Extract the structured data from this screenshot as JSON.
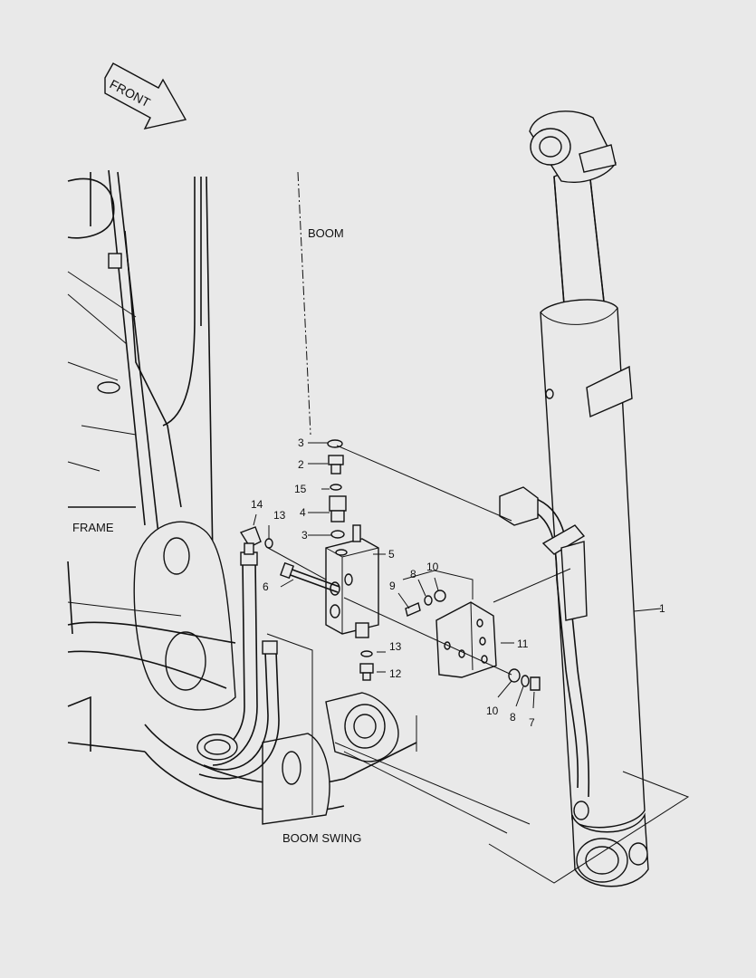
{
  "labels": {
    "front": "FRONT",
    "boom": "BOOM",
    "frame": "FRAME",
    "boom_swing": "BOOM SWING"
  },
  "callouts": {
    "c1": "1",
    "c2": "2",
    "c3a": "3",
    "c3b": "3",
    "c4": "4",
    "c5": "5",
    "c6": "6",
    "c7": "7",
    "c8a": "8",
    "c8b": "8",
    "c9": "9",
    "c10a": "10",
    "c10b": "10",
    "c11": "11",
    "c12": "12",
    "c13a": "13",
    "c13b": "13",
    "c14": "14",
    "c15": "15"
  },
  "colors": {
    "background": "#e9e9e9",
    "line": "#111111"
  }
}
